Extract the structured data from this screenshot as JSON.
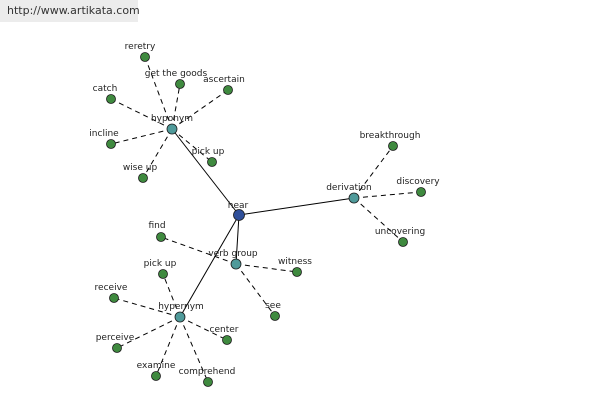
{
  "header": {
    "url": "http://www.artikata.com"
  },
  "colors": {
    "center": "#2f4f9a",
    "relation": "#4f9a9a",
    "leaf": "#3f8a3f",
    "edge": "#000000"
  },
  "graph": {
    "center": {
      "id": "hear",
      "label": "hear"
    },
    "relations": [
      {
        "id": "hyponym",
        "label": "hyponym",
        "leaves": [
          "reretry",
          "get the goods",
          "ascertain",
          "catch",
          "incline",
          "wise up",
          "pick up"
        ]
      },
      {
        "id": "derivation",
        "label": "derivation",
        "leaves": [
          "breakthrough",
          "discovery",
          "uncovering"
        ]
      },
      {
        "id": "verb-group",
        "label": "verb group",
        "leaves": [
          "find",
          "witness",
          "see"
        ]
      },
      {
        "id": "hypernym",
        "label": "hypernym",
        "leaves": [
          "pick up",
          "receive",
          "perceive",
          "examine",
          "comprehend",
          "center"
        ]
      }
    ]
  }
}
